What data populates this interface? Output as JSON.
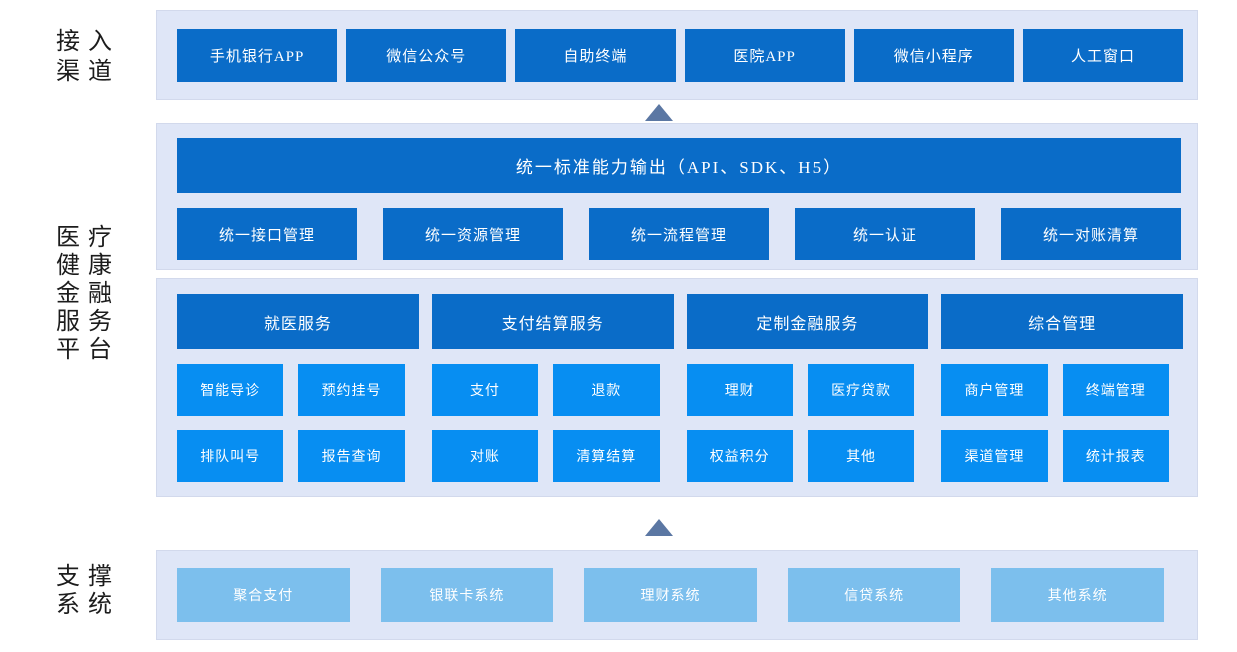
{
  "colors": {
    "dark_blue": "#0a6cc8",
    "azure": "#078ef2",
    "light_blue": "#7cbfed",
    "panel_bg": "#dfe6f7",
    "panel_border": "#d2d9ec",
    "arrow": "#5b77a3",
    "label_text": "#1c1c1c"
  },
  "side_labels": {
    "access": {
      "lines": [
        "接入",
        "渠道"
      ]
    },
    "platform": {
      "lines": [
        "医疗",
        "健康",
        "金融",
        "服务",
        "平台"
      ]
    },
    "support": {
      "lines": [
        "支撑",
        "系统"
      ]
    }
  },
  "channels": {
    "items": [
      "手机银行APP",
      "微信公众号",
      "自助终端",
      "医院APP",
      "微信小程序",
      "人工窗口"
    ]
  },
  "capability": {
    "title": "统一标准能力输出（API、SDK、H5）",
    "items": [
      "统一接口管理",
      "统一资源管理",
      "统一流程管理",
      "统一认证",
      "统一对账清算"
    ]
  },
  "services": {
    "groups": [
      {
        "header": "就医服务",
        "items": [
          "智能导诊",
          "预约挂号",
          "排队叫号",
          "报告查询"
        ]
      },
      {
        "header": "支付结算服务",
        "items": [
          "支付",
          "退款",
          "对账",
          "清算结算"
        ]
      },
      {
        "header": "定制金融服务",
        "items": [
          "理财",
          "医疗贷款",
          "权益积分",
          "其他"
        ]
      },
      {
        "header": "综合管理",
        "items": [
          "商户管理",
          "终端管理",
          "渠道管理",
          "统计报表"
        ]
      }
    ]
  },
  "support": {
    "items": [
      "聚合支付",
      "银联卡系统",
      "理财系统",
      "信贷系统",
      "其他系统"
    ]
  }
}
